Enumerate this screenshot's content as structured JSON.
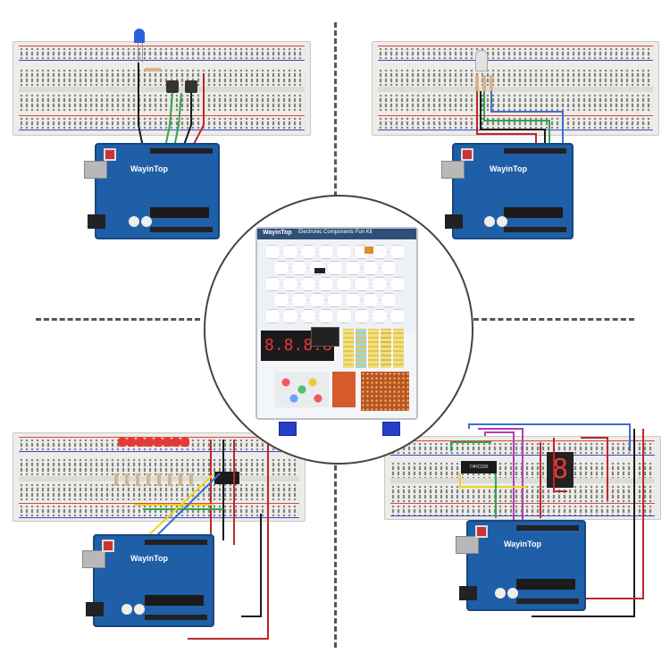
{
  "brand": "WayinTop",
  "kit": {
    "brand": "WayinTop",
    "title": "Electronic Components Fun Kit",
    "display_digits": "8.8.8.8"
  },
  "projects": [
    {
      "name": "button-led",
      "board_logo": "WayinTop"
    },
    {
      "name": "rgb-led",
      "board_logo": "WayinTop"
    },
    {
      "name": "led-bar-shift-register",
      "board_logo": "WayinTop"
    },
    {
      "name": "seven-segment",
      "board_logo": "WayinTop",
      "ic_label": "74HC595",
      "segment_digit": "8"
    }
  ],
  "colors": {
    "board_blue": "#1f5fa8",
    "breadboard": "#ecece8",
    "wire_red": "#c0262b",
    "wire_black": "#1a1a1a",
    "wire_green": "#2fa84a",
    "wire_blue": "#3a6fd1",
    "wire_yellow": "#f0d21a",
    "wire_purple": "#b03fb3",
    "led_red": "#e53935",
    "clip_blue": "#2440c8"
  }
}
